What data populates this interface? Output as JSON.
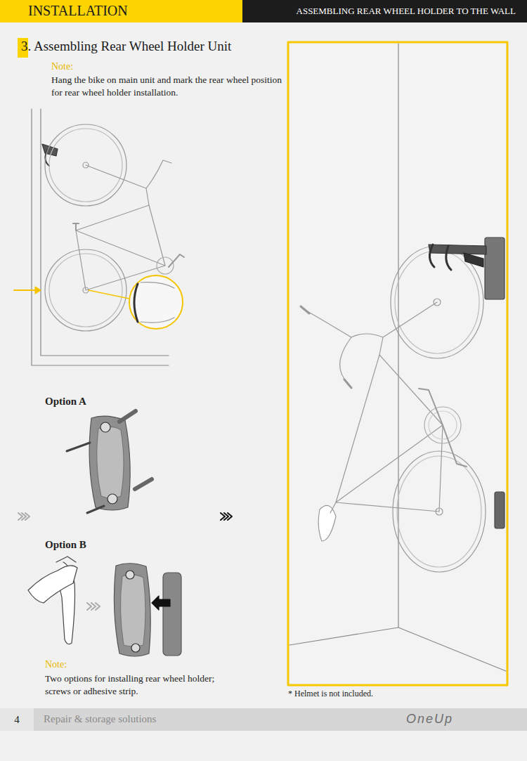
{
  "diagram": {
    "title": "3. Assembling Rear Wheel Holder Unit",
    "nodes": [
      {
        "text": [
          "INSTALLATION"
        ]
      },
      {
        "text": [
          "ASSEMBLING REAR WHEEL HOLDER TO THE WALL"
        ]
      },
      {
        "text": [
          "4",
          "Repair & storage solutions",
          "OneUp"
        ]
      }
    ],
    "labels": [
      "Note:",
      "Hang the bike on main unit and mark the rear wheel position for rear wheel holder installation.",
      "Option A",
      "Option B",
      "Note:",
      "Two options for installing rear wheel holder; screws or adhesive strip.",
      "* Helmet is not included."
    ]
  }
}
